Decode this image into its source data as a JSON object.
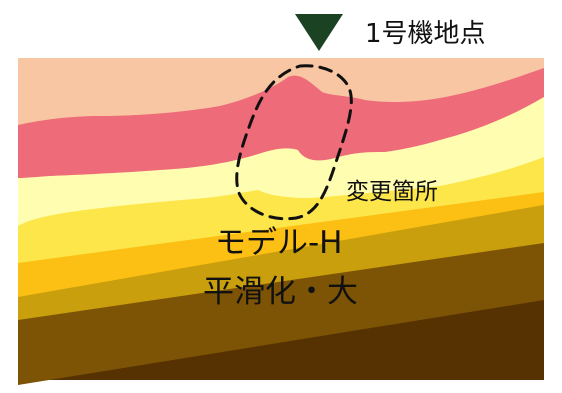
{
  "diagram": {
    "site_label": "1号機地点",
    "changed_area_label": "変更箇所",
    "model_label": "モデル-H",
    "smoothing_label": "平滑化・大"
  },
  "colors": {
    "background": "#ffffff",
    "surface_layer": "#f8c6a3",
    "red_layer": "#ee6b79",
    "pale_yellow_layer": "#fffeb0",
    "yellow_layer": "#fde64a",
    "orange_yellow_layer": "#fcbf13",
    "ochre_layer": "#c99f0d",
    "brown_layer": "#7d5405",
    "dark_brown_layer": "#563203",
    "site_marker": "#1b4222",
    "annotation_dash": "#111111"
  },
  "icons": {
    "site_marker": "triangle-down"
  }
}
